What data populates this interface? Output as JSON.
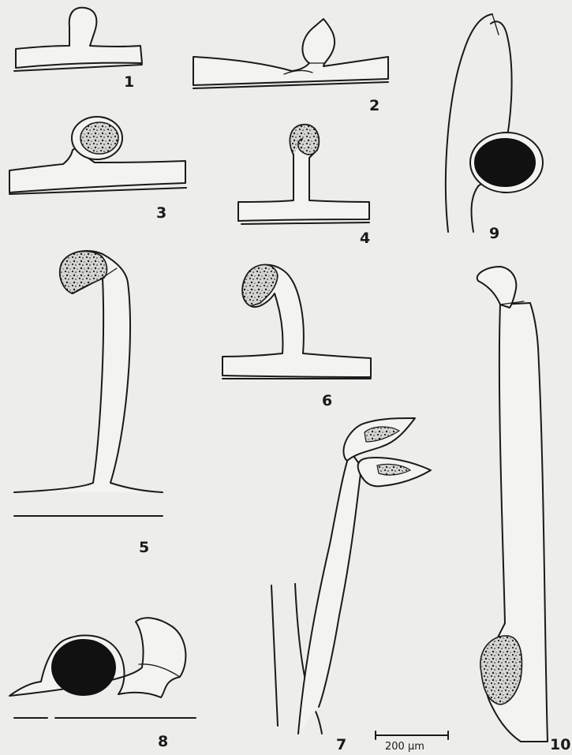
{
  "figure_labels": [
    "1",
    "2",
    "3",
    "4",
    "5",
    "6",
    "7",
    "8",
    "9",
    "10"
  ],
  "scale_bar": {
    "label": "200 µm"
  },
  "colors": {
    "ink": "#1a1a1a",
    "paper": "#ededeb",
    "cell_fill": "#f3f3f1",
    "spore": "#111111"
  }
}
